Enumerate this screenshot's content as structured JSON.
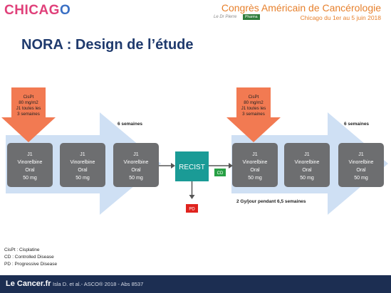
{
  "header": {
    "logo_part1": "CHICAG",
    "logo_part2": "O",
    "title": "Congrès Américain de Cancérologie",
    "subtitle": "Chicago du 1er au 5 juin 2018",
    "sponsor_text": "Le Dr Pierre",
    "badge": "Pharma"
  },
  "slide": {
    "title": "NORA : Design de l’étude"
  },
  "diagram": {
    "cispt": [
      "CisPt",
      "80 mg/m2",
      "J1 toutes les",
      "3 semaines"
    ],
    "period_label": "6 semaines",
    "box": [
      "J1",
      "Vinorelbine",
      "Oral",
      "50 mg"
    ],
    "recist": "RECIST",
    "cd": "CD",
    "pd": "PD",
    "radiotherapy": "2 Gy/jour pendant 6,5 semaines"
  },
  "abbreviations": [
    "CisPt : Cisplatine",
    "CD : Controlled Disease",
    "PD : Progressive Disease"
  ],
  "footer": {
    "logo": "Le Cancer.fr",
    "citation": "Isla D. et al.- ASCO® 2018 - Abs 8537"
  },
  "colors": {
    "title": "#1f3a6d",
    "header_orange": "#e7802c",
    "arrow_big": "#cfe0f4",
    "arrow_red": "#f27a52",
    "box_gray": "#6d6e70",
    "recist": "#1a9b96",
    "cd": "#27a044",
    "pd": "#e0231e",
    "footer": "#1c2e52"
  }
}
